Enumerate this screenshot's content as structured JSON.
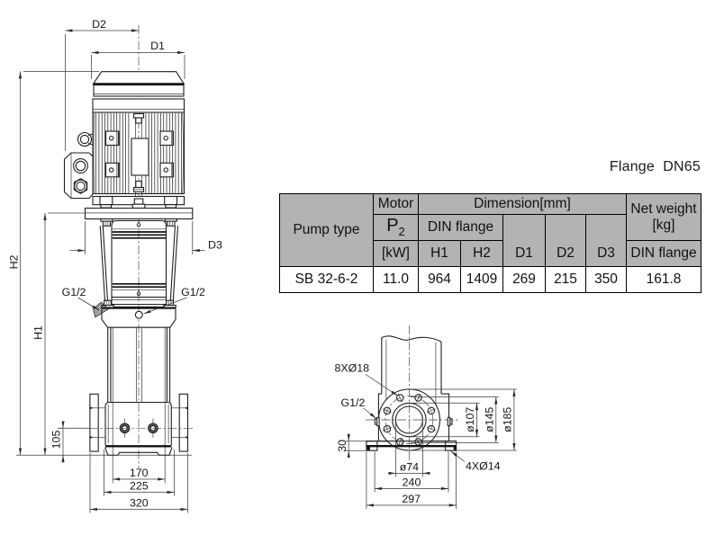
{
  "header": {
    "flange_note": "Flange  DN65"
  },
  "table": {
    "pump_type_header": "Pump type",
    "motor_header": "Motor",
    "p2_main": "P",
    "p2_sub": "2",
    "kw_unit": "[kW]",
    "dimension_header": "Dimension[mm]",
    "din_flange_header": "DIN flange",
    "h1": "H1",
    "h2": "H2",
    "d1": "D1",
    "d2": "D2",
    "d3": "D3",
    "net_weight_line1": "Net weight",
    "net_weight_line2": "[kg]",
    "net_weight_flange": "DIN flange",
    "row": {
      "pump_type": "SB 32-6-2",
      "p2_kw": "11.0",
      "h1_value": "964",
      "h2_value": "1409",
      "d1_value": "269",
      "d2_value": "215",
      "d3_value": "350",
      "net_weight_value": "161.8"
    }
  },
  "pump_drawing": {
    "labels": {
      "d2": "D2",
      "d1": "D1",
      "d3": "D3",
      "h2": "H2",
      "h1": "H1",
      "dim105": "105",
      "dim170": "170",
      "dim225": "225",
      "dim320": "320",
      "g12_left": "G1/2",
      "g12_right": "G1/2"
    }
  },
  "flange_drawing": {
    "labels": {
      "bolt_holes": "8XØ18",
      "g12": "G1/2",
      "base_holes": "4XØ14",
      "dim30": "30",
      "dia74": "ø74",
      "dim240": "240",
      "dim297": "297",
      "dia107": "ø107",
      "dia145": "ø145",
      "dia185": "ø185"
    }
  }
}
